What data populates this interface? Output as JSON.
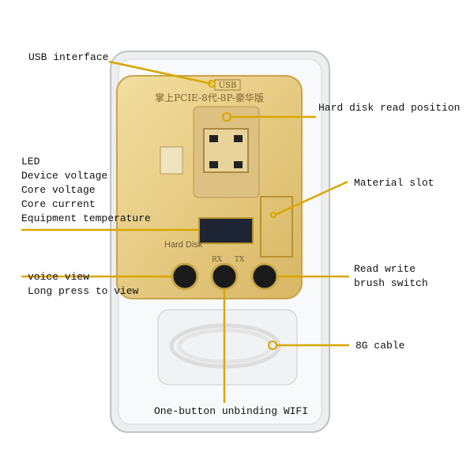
{
  "labels": {
    "usb": "USB interface",
    "hdd_read": "Hard disk read position",
    "led": "LED",
    "device_voltage": "Device voltage",
    "core_voltage": "Core voltage",
    "core_current": "Core current",
    "equipment_temp": "Equipment temperature",
    "material_slot": "Material slot",
    "voice_view": "voice view",
    "long_press": "Long press to view",
    "rw_switch_1": "Read write",
    "rw_switch_2": "brush switch",
    "cable": "8G cable",
    "wifi": "One-button unbinding WIFI"
  },
  "board": {
    "usb_text": "USB",
    "title": "掌上PCIE-8代-8P-豪华版",
    "brand": "Hard Disk",
    "rx": "RX",
    "tx": "TX"
  },
  "colors": {
    "gold": "#e6c876",
    "leader": "#d9a600"
  }
}
